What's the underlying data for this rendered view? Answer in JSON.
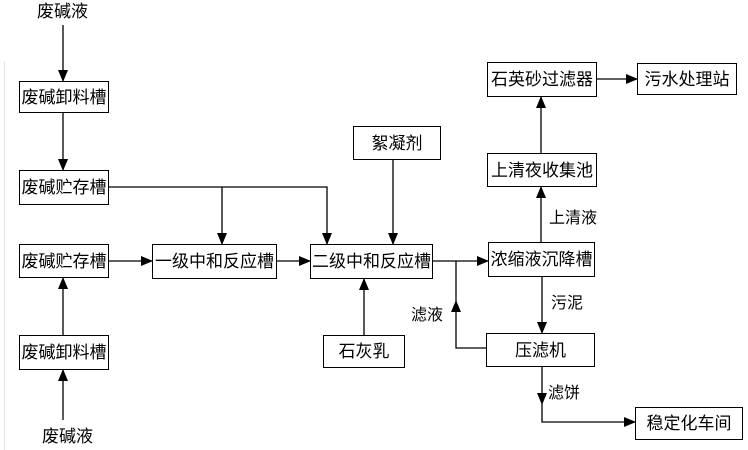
{
  "colors": {
    "background": "#ffffff",
    "line": "#000000",
    "text": "#000000"
  },
  "diagram": {
    "nodes": {
      "unload_top": {
        "label": "废碱卸料槽"
      },
      "storage_top": {
        "label": "废碱贮存槽"
      },
      "storage_bottom": {
        "label": "废碱贮存槽"
      },
      "unload_bottom": {
        "label": "废碱卸料槽"
      },
      "neutral_1": {
        "label": "一级中和反应槽"
      },
      "neutral_2": {
        "label": "二级中和反应槽"
      },
      "flocculant": {
        "label": "絮凝剂"
      },
      "lime": {
        "label": "石灰乳"
      },
      "settling": {
        "label": "浓缩液沉降槽"
      },
      "collect": {
        "label": "上清夜收集池"
      },
      "quartz": {
        "label": "石英砂过滤器"
      },
      "sewage": {
        "label": "污水处理站"
      },
      "press": {
        "label": "压滤机"
      },
      "stabilize": {
        "label": "稳定化车间"
      }
    },
    "stream_labels": {
      "input_top": {
        "label": "废碱液"
      },
      "input_bottom": {
        "label": "废碱液"
      },
      "supernatant": {
        "label": "上清液"
      },
      "sludge": {
        "label": "污泥"
      },
      "filtrate": {
        "label": "滤液"
      },
      "filter_cake": {
        "label": "滤饼"
      }
    }
  }
}
